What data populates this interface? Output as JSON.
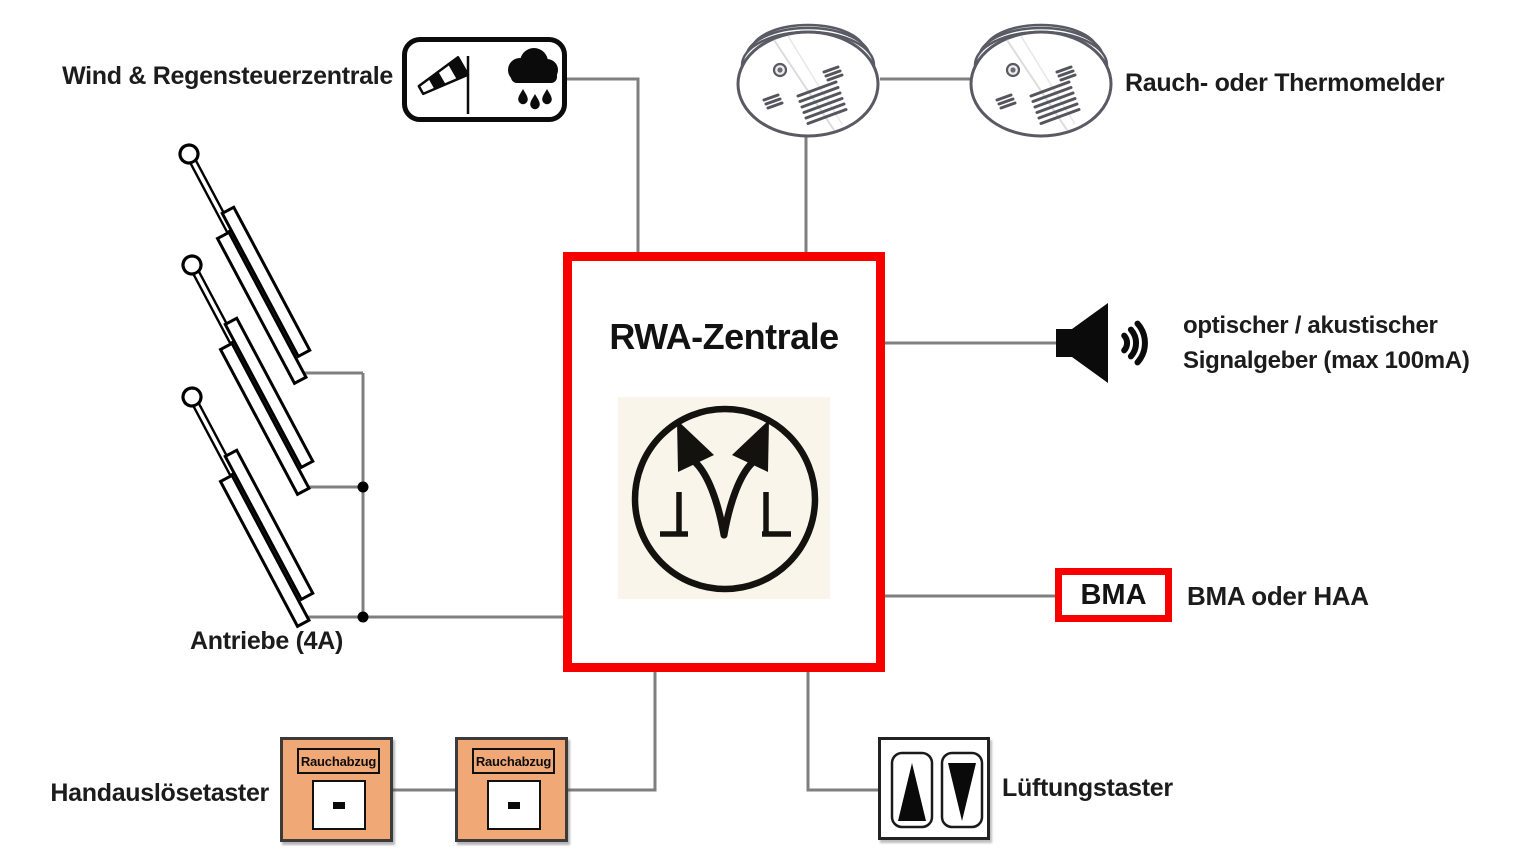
{
  "diagram": {
    "wind_control": {
      "label": "Wind & Regensteuerzentrale"
    },
    "detectors": {
      "label": "Rauch- oder Thermomelder"
    },
    "central": {
      "title": "RWA-Zentrale"
    },
    "signal": {
      "line1": "optischer / akustischer",
      "line2": "Signalgeber (max 100mA)"
    },
    "bma": {
      "box_label": "BMA",
      "label": "BMA oder HAA"
    },
    "drives": {
      "label": "Antriebe (4A)"
    },
    "manual_call": {
      "label": "Handauslösetaster",
      "call_point_text": "Rauchabzug"
    },
    "vent": {
      "label": "Lüftungstaster"
    },
    "colors": {
      "accent_red": "#f70000",
      "wire_gray": "#7f7f7f",
      "call_point_orange": "#f1a877",
      "icon_bg_cream": "#faf5ea",
      "ink": "#1c1c1c",
      "detector_stroke": "#5a5a64"
    }
  }
}
